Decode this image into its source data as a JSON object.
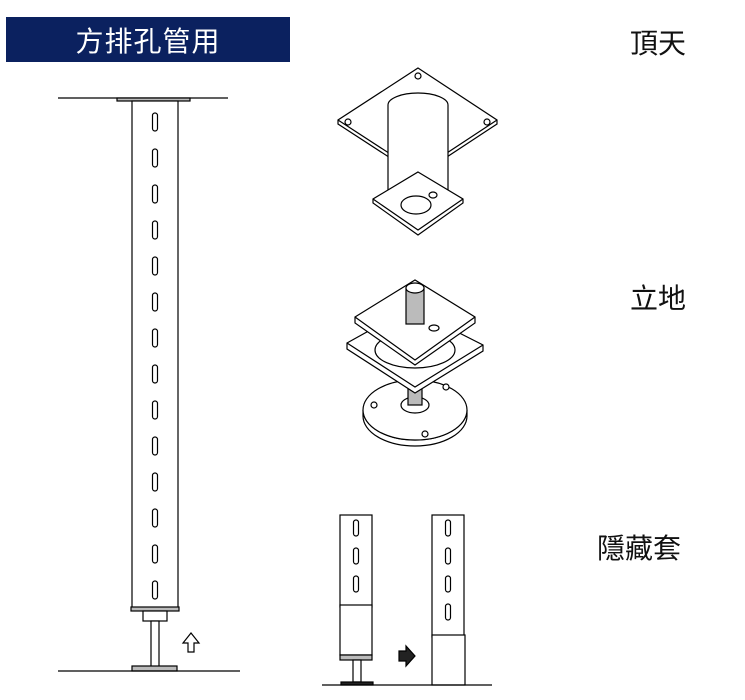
{
  "title": "方排孔管用",
  "labels": {
    "ceiling": "頂天",
    "floor": "立地",
    "hidden_sleeve": "隱藏套"
  },
  "colors": {
    "title_background": "#0b215f",
    "title_text": "#ffffff",
    "line": "#000000"
  }
}
